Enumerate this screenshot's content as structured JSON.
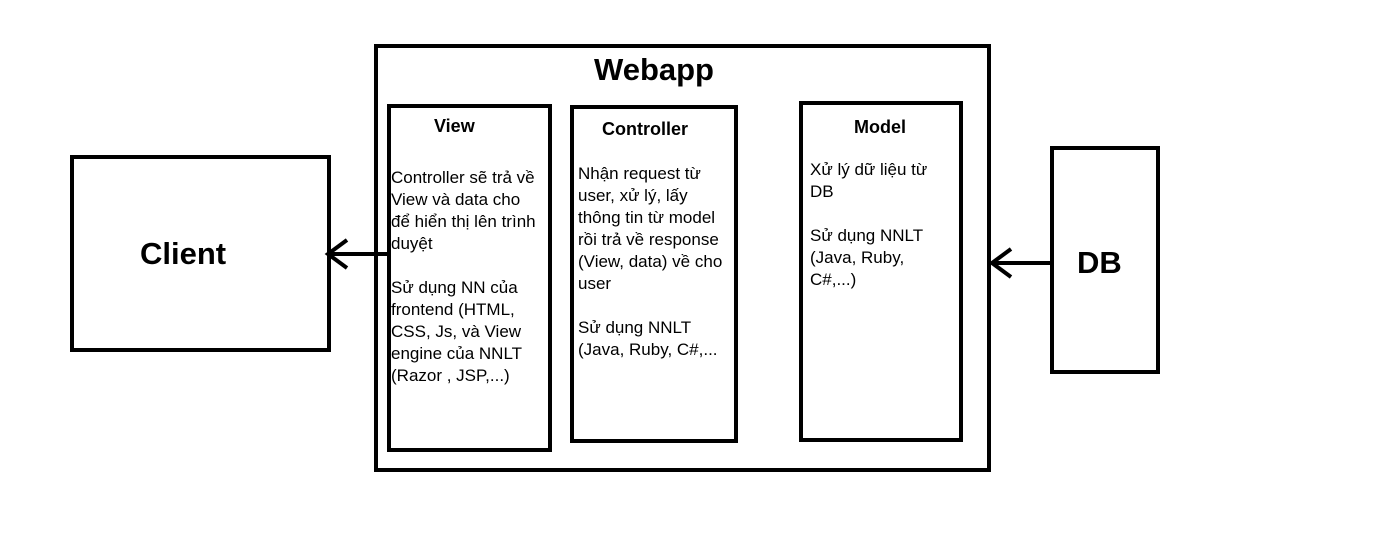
{
  "client": {
    "label": "Client"
  },
  "db": {
    "label": "DB"
  },
  "webapp": {
    "title": "Webapp"
  },
  "view": {
    "title": "View",
    "description": "Controller sẽ trả về\nView và data cho\nđể hiển thị lên trình\nduyệt\n\nSử dụng NN của\nfrontend (HTML,\nCSS, Js, và View\nengine của NNLT\n(Razor , JSP,...)"
  },
  "controller": {
    "title": "Controller",
    "description": "Nhận request từ\nuser, xử lý, lấy\nthông tin từ model\nrồi trả về response\n(View, data) về cho\nuser\n\nSử dụng NNLT\n(Java, Ruby, C#,..."
  },
  "model": {
    "title": "Model",
    "description": "Xử lý dữ liệu từ\nDB\n\nSử dụng NNLT\n(Java, Ruby,\nC#,...)"
  }
}
